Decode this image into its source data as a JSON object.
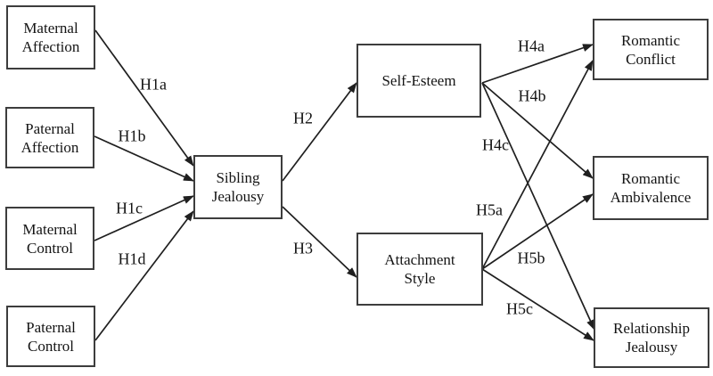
{
  "diagram": {
    "type": "path-model",
    "background_color": "#ffffff",
    "line_color": "#1f1f1f",
    "box_border_color": "#3d3d3d",
    "box_fill_color": "#ffffff",
    "text_color": "#141414",
    "nodes": [
      {
        "id": "maternal-affection",
        "lines": [
          "Maternal",
          "Affection"
        ]
      },
      {
        "id": "paternal-affection",
        "lines": [
          "Paternal",
          "Affection"
        ]
      },
      {
        "id": "maternal-control",
        "lines": [
          "Maternal",
          "Control"
        ]
      },
      {
        "id": "paternal-control",
        "lines": [
          "Paternal",
          "Control"
        ]
      },
      {
        "id": "sibling-jealousy",
        "lines": [
          "Sibling",
          "Jealousy"
        ]
      },
      {
        "id": "self-esteem",
        "lines": [
          "Self-Esteem"
        ]
      },
      {
        "id": "attachment-style",
        "lines": [
          "Attachment",
          "Style"
        ]
      },
      {
        "id": "romantic-conflict",
        "lines": [
          "Romantic",
          "Conflict"
        ]
      },
      {
        "id": "romantic-ambivalence",
        "lines": [
          "Romantic",
          "Ambivalence"
        ]
      },
      {
        "id": "relationship-jealousy",
        "lines": [
          "Relationship",
          "Jealousy"
        ]
      }
    ],
    "edges": [
      {
        "id": "h1a",
        "label": "H1a",
        "from": "maternal-affection",
        "to": "sibling-jealousy"
      },
      {
        "id": "h1b",
        "label": "H1b",
        "from": "paternal-affection",
        "to": "sibling-jealousy"
      },
      {
        "id": "h1c",
        "label": "H1c",
        "from": "maternal-control",
        "to": "sibling-jealousy"
      },
      {
        "id": "h1d",
        "label": "H1d",
        "from": "paternal-control",
        "to": "sibling-jealousy"
      },
      {
        "id": "h2",
        "label": "H2",
        "from": "sibling-jealousy",
        "to": "self-esteem"
      },
      {
        "id": "h3",
        "label": "H3",
        "from": "sibling-jealousy",
        "to": "attachment-style"
      },
      {
        "id": "h4a",
        "label": "H4a",
        "from": "self-esteem",
        "to": "romantic-conflict"
      },
      {
        "id": "h4b",
        "label": "H4b",
        "from": "self-esteem",
        "to": "romantic-ambivalence"
      },
      {
        "id": "h4c",
        "label": "H4c",
        "from": "self-esteem",
        "to": "relationship-jealousy"
      },
      {
        "id": "h5a",
        "label": "H5a",
        "from": "attachment-style",
        "to": "romantic-conflict"
      },
      {
        "id": "h5b",
        "label": "H5b",
        "from": "attachment-style",
        "to": "romantic-ambivalence"
      },
      {
        "id": "h5c",
        "label": "H5c",
        "from": "attachment-style",
        "to": "relationship-jealousy"
      }
    ]
  }
}
